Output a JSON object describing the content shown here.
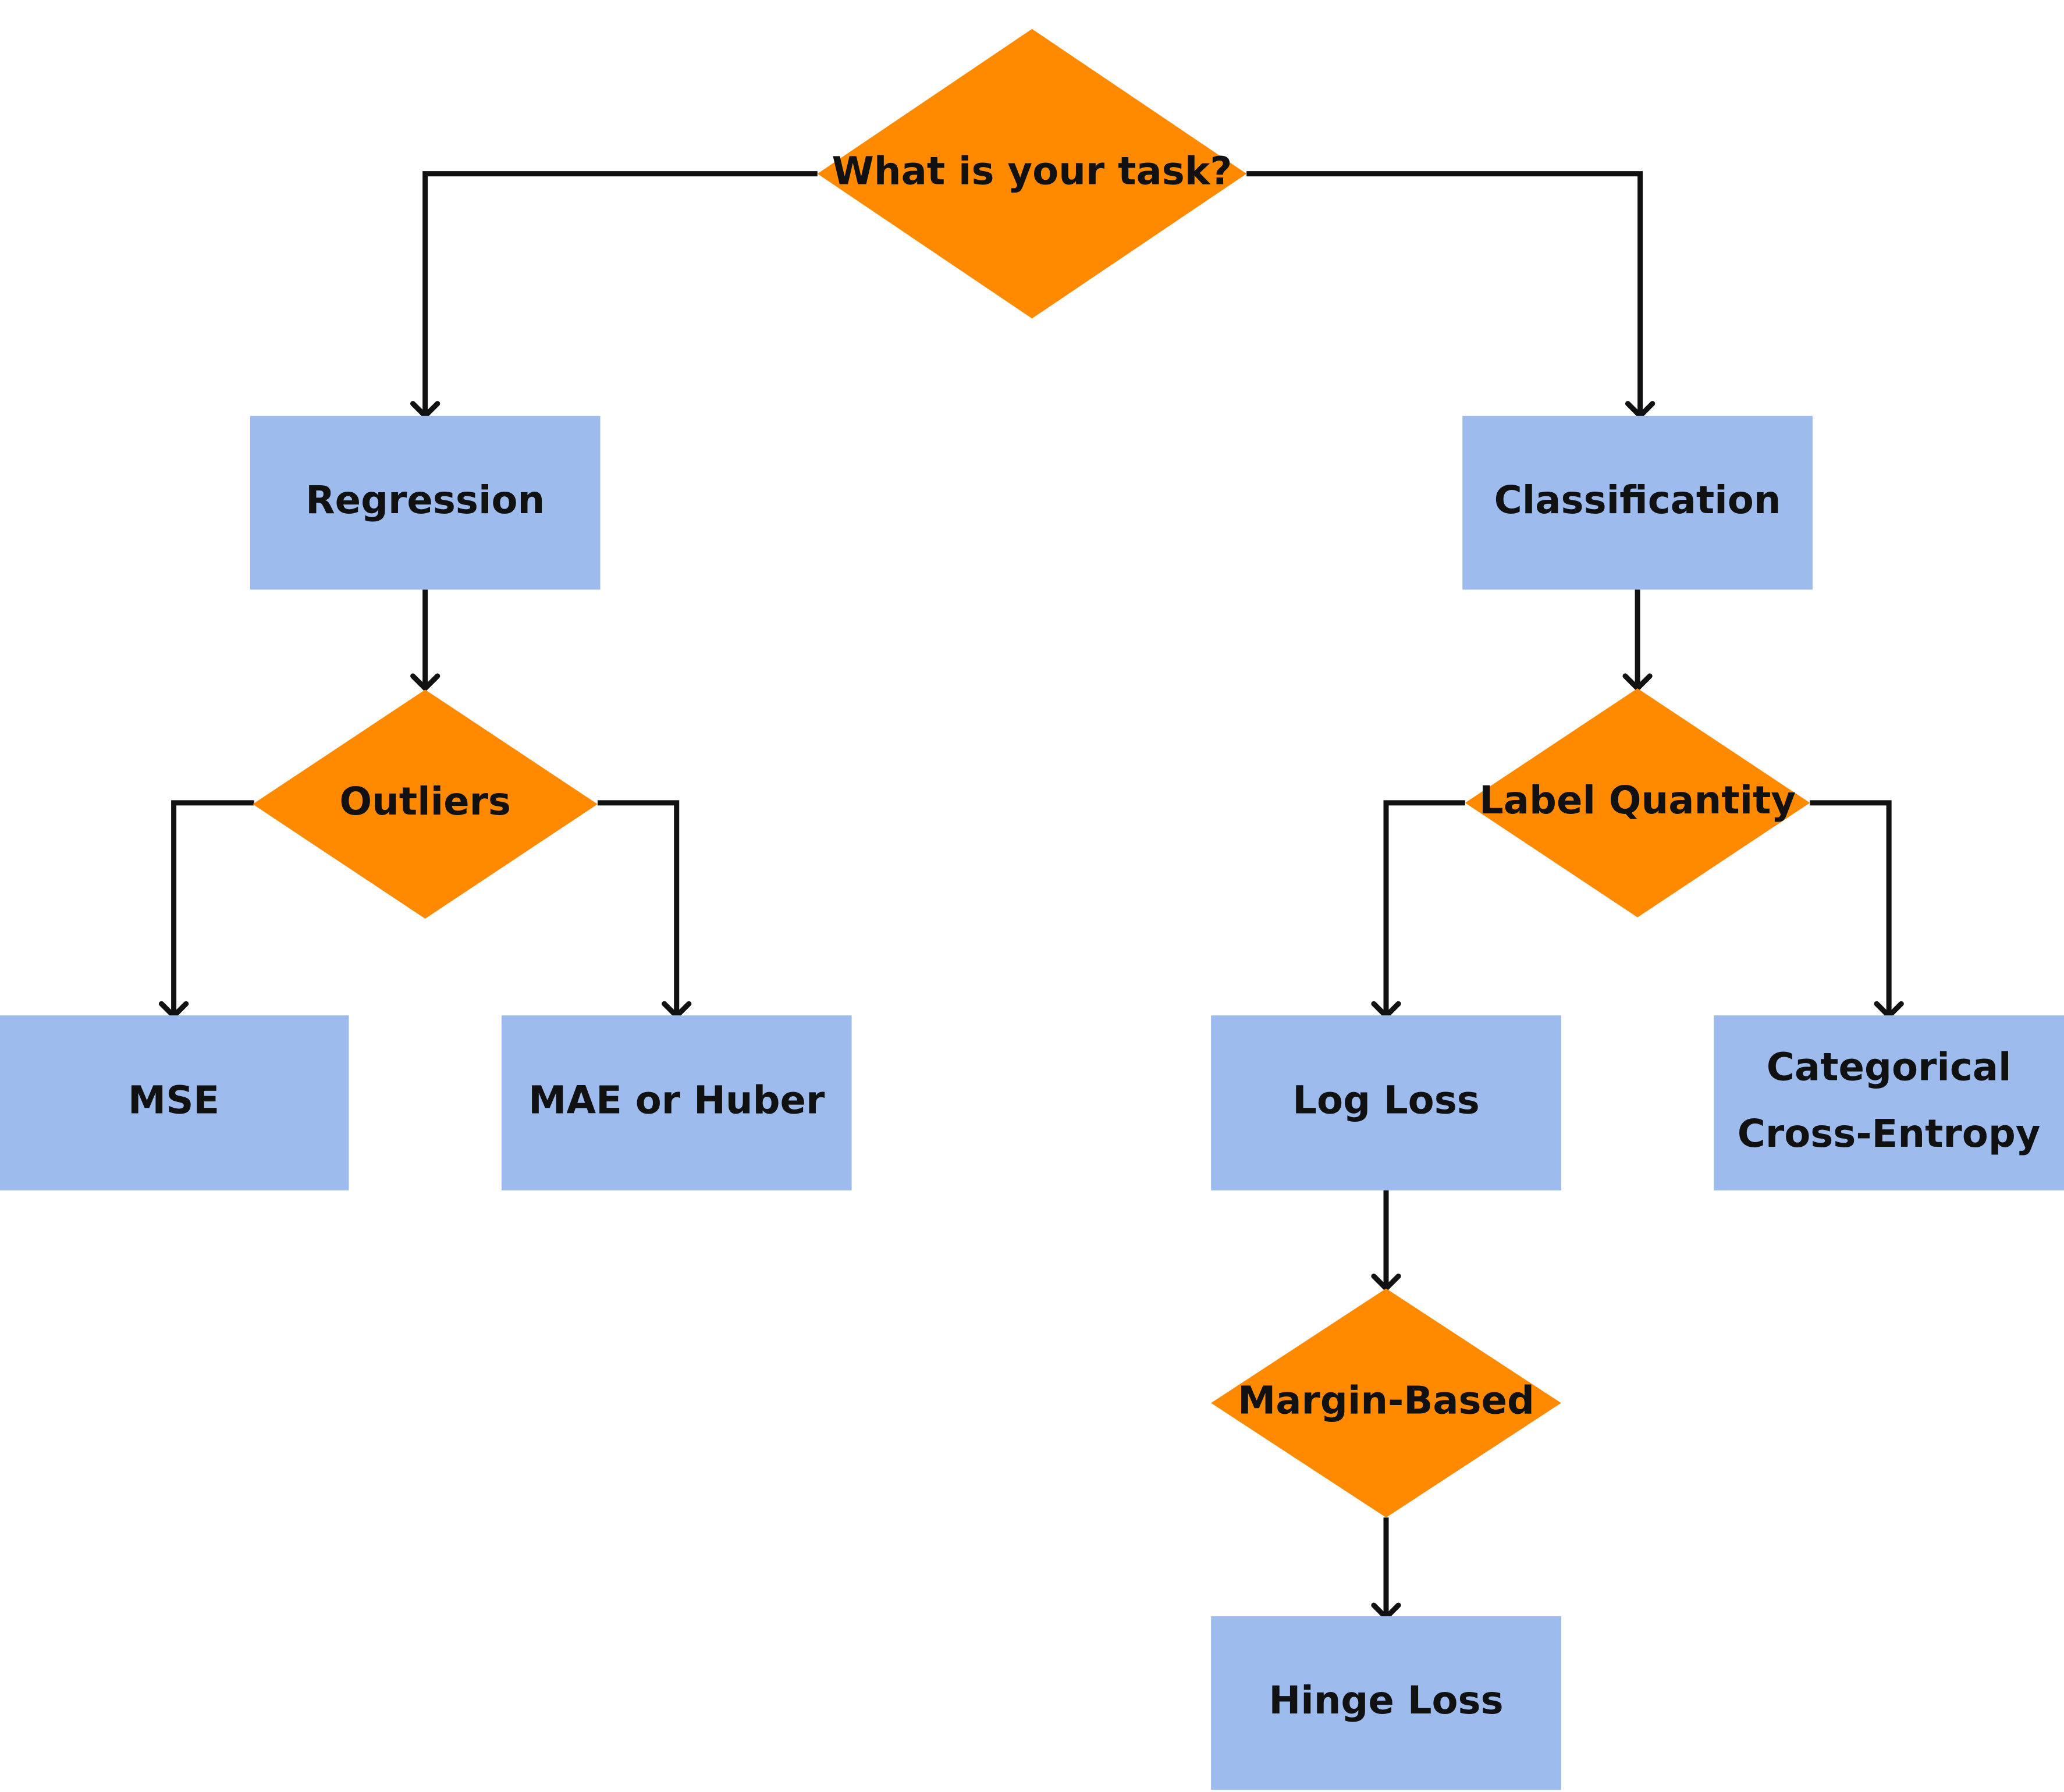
{
  "colors": {
    "decision_fill": "#FF8A00",
    "outcome_fill": "#9DBBED",
    "line": "#111111",
    "text": "#111111",
    "background": "#FFFFFF"
  },
  "nodes": {
    "task": {
      "shape": "diamond",
      "lines": [
        "What is your task?"
      ]
    },
    "regression": {
      "shape": "rect",
      "lines": [
        "Regression"
      ]
    },
    "classification": {
      "shape": "rect",
      "lines": [
        "Classification"
      ]
    },
    "outliers": {
      "shape": "diamond",
      "lines": [
        "Outliers"
      ]
    },
    "label_quantity": {
      "shape": "diamond",
      "lines": [
        "Label Quantity"
      ]
    },
    "mse": {
      "shape": "rect",
      "lines": [
        "MSE"
      ]
    },
    "mae_huber": {
      "shape": "rect",
      "lines": [
        "MAE or Huber"
      ]
    },
    "log_loss": {
      "shape": "rect",
      "lines": [
        "Log Loss"
      ]
    },
    "categorical_ce": {
      "shape": "rect",
      "lines": [
        "Categorical",
        "Cross-Entropy"
      ]
    },
    "margin_based": {
      "shape": "diamond",
      "lines": [
        "Margin-Based"
      ]
    },
    "hinge_loss": {
      "shape": "rect",
      "lines": [
        "Hinge Loss"
      ]
    }
  },
  "edges": [
    {
      "from": "task",
      "to": "regression"
    },
    {
      "from": "task",
      "to": "classification"
    },
    {
      "from": "regression",
      "to": "outliers"
    },
    {
      "from": "classification",
      "to": "label_quantity"
    },
    {
      "from": "outliers",
      "to": "mse"
    },
    {
      "from": "outliers",
      "to": "mae_huber"
    },
    {
      "from": "label_quantity",
      "to": "log_loss"
    },
    {
      "from": "label_quantity",
      "to": "categorical_ce"
    },
    {
      "from": "log_loss",
      "to": "margin_based"
    },
    {
      "from": "margin_based",
      "to": "hinge_loss"
    }
  ]
}
